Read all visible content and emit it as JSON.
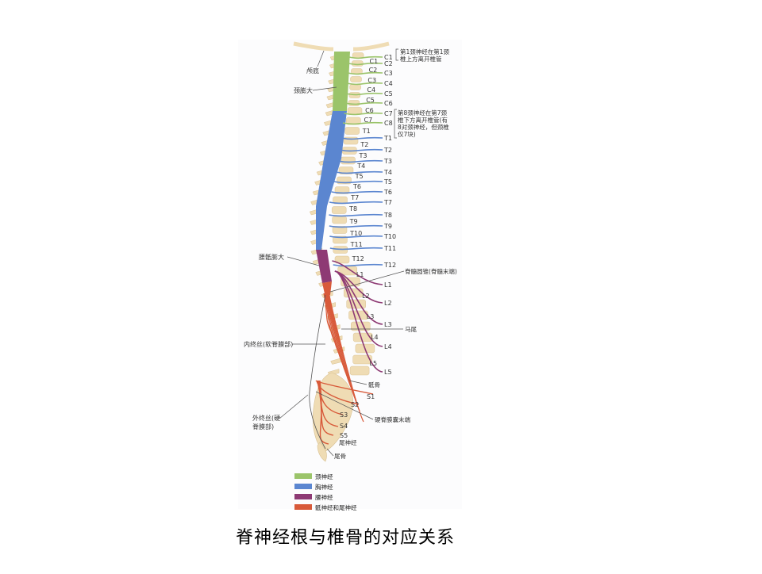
{
  "caption": "脊神经根与椎骨的对应关系",
  "labels": {
    "skull_base": "颅底",
    "cervical_enlargement": "颈膨大",
    "lumbosacral_enlargement": "腰骶膨大",
    "conus": "脊髓圆锥(脊髓末端)",
    "cauda": "马尾",
    "filum_internal": "内终丝(软脊膜部)",
    "filum_external_1": "外终丝(硬",
    "filum_external_2": "脊膜部)",
    "dural_sac_end": "硬脊膜囊末端",
    "sacrum": "骶骨",
    "coccygeal_nerve": "尾神经",
    "coccyx": "尾骨"
  },
  "notes": {
    "c1_line1": "第1颈神经在第1颈",
    "c1_line2": "椎上方离开椎管",
    "c8_line1": "第8颈神经在第7颈",
    "c8_line2": "椎下方离开椎管(有",
    "c8_line3": "8对颈神经，但颈椎",
    "c8_line4": "仅7块)"
  },
  "vertebra_labels": [
    "C1",
    "C2",
    "C3",
    "C4",
    "C5",
    "C6",
    "C7",
    "T1",
    "T2",
    "T3",
    "T4",
    "T5",
    "T6",
    "T7",
    "T8",
    "T9",
    "T10",
    "T11",
    "T12",
    "L1",
    "L2",
    "L3",
    "L4",
    "L5",
    "S1",
    "S2",
    "S3",
    "S4",
    "S5"
  ],
  "nerve_labels": [
    "C1",
    "C2",
    "C3",
    "C4",
    "C5",
    "C6",
    "C7",
    "C8",
    "T1",
    "T2",
    "T3",
    "T4",
    "T5",
    "T6",
    "T7",
    "T8",
    "T9",
    "T10",
    "T11",
    "T12",
    "L1",
    "L2",
    "L3",
    "L4",
    "L5"
  ],
  "legend": [
    {
      "label": "颈神经",
      "color": "#9bc46a"
    },
    {
      "label": "胸神经",
      "color": "#5b86d0"
    },
    {
      "label": "腰神经",
      "color": "#8e3a74"
    },
    {
      "label": "骶神经和尾神经",
      "color": "#d85a3a"
    }
  ],
  "colors": {
    "cervical": "#9bc46a",
    "thoracic": "#5b86d0",
    "lumbar": "#8e3a74",
    "sacral": "#d85a3a",
    "bone": "#efdcb4"
  }
}
